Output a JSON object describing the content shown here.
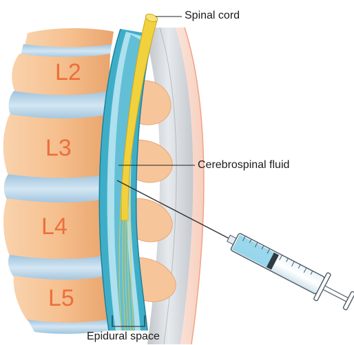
{
  "labels": {
    "spinal_cord": "Spinal cord",
    "csf": "Cerebrospinal fluid",
    "epidural": "Epidural space"
  },
  "vertebrae": [
    "L2",
    "L3",
    "L4",
    "L5"
  ],
  "colors": {
    "vertebra": "#f6bf8d",
    "vertebra_number": "#ec6f3c",
    "disc": "#b9d5e8",
    "canal_teal": "#3eaec8",
    "cord_yellow": "#f2d23c",
    "skin_pink": "#f3bda8",
    "syringe_blue": "#8fd3ea"
  }
}
